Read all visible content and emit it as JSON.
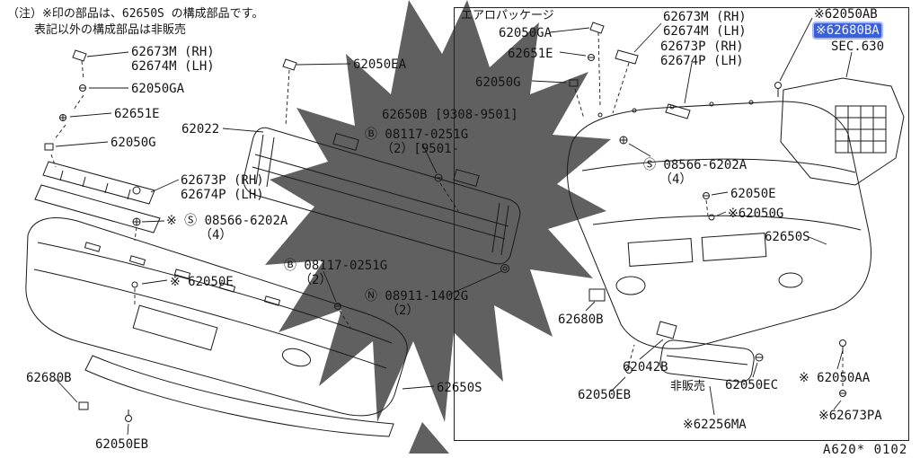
{
  "note": {
    "line1": "（注）※印の部品は、62650S の構成部品です。",
    "line2": "表記以外の構成部品は非販売"
  },
  "left": {
    "p62673m": "62673M (RH)",
    "p62674m": "62674M (LH)",
    "p62050ga": "62050GA",
    "p62651e": "62651E",
    "p62050g": "62050G",
    "p62022": "62022",
    "p62050ea": "62050EA",
    "p62650b": "62650B [9308-9501]",
    "b08117_top": "Ⓑ 08117-0251G",
    "b08117_top_qty": "（2）[9501-",
    "p62673p": "62673P (RH)",
    "p62674p": "62674P (LH)",
    "s08566": "※ Ⓢ 08566-6202A",
    "s08566_qty": "（4）",
    "p62050e": "※ 62050E",
    "b08117_bot": "Ⓑ 08117-0251G",
    "b08117_bot_qty": "（2）",
    "n08911": "Ⓝ 08911-1402G",
    "n08911_qty": "（2）",
    "p62680b": "62680B",
    "p62050eb": "62050EB",
    "p62650s": "62650S"
  },
  "aero": {
    "title": "エアロパッケージ",
    "p62050ga": "62050GA",
    "p62673m": "62673M (RH)",
    "p62674m": "62674M (LH)",
    "p62651e": "62651E",
    "p62673p": "62673P (RH)",
    "p62674p": "62674P (LH)",
    "p62050g_top": "62050G",
    "p62050ab": "※62050AB",
    "p62680ba": "※62680BA",
    "sec630": "SEC.630",
    "s08566": "Ⓢ 08566-6202A",
    "s08566_qty": "（4）",
    "p62050e": "62050E",
    "p62050g_mid": "※62050G",
    "p62650s": "62650S",
    "p62680b": "62680B",
    "p62042b": "62042B",
    "p62050eb": "62050EB",
    "not_for_sale": "非販売",
    "p62050ec": "62050EC",
    "p62050aa": "※ 62050AA",
    "p62256ma": "※62256MA",
    "p62673pa": "※62673PA"
  },
  "footer": {
    "code": "A620* 0102"
  },
  "colors": {
    "highlight": "#3a5fd7",
    "line": "#1a1a1a",
    "watermark": "#4f4f4f",
    "background": "#ffffff"
  }
}
